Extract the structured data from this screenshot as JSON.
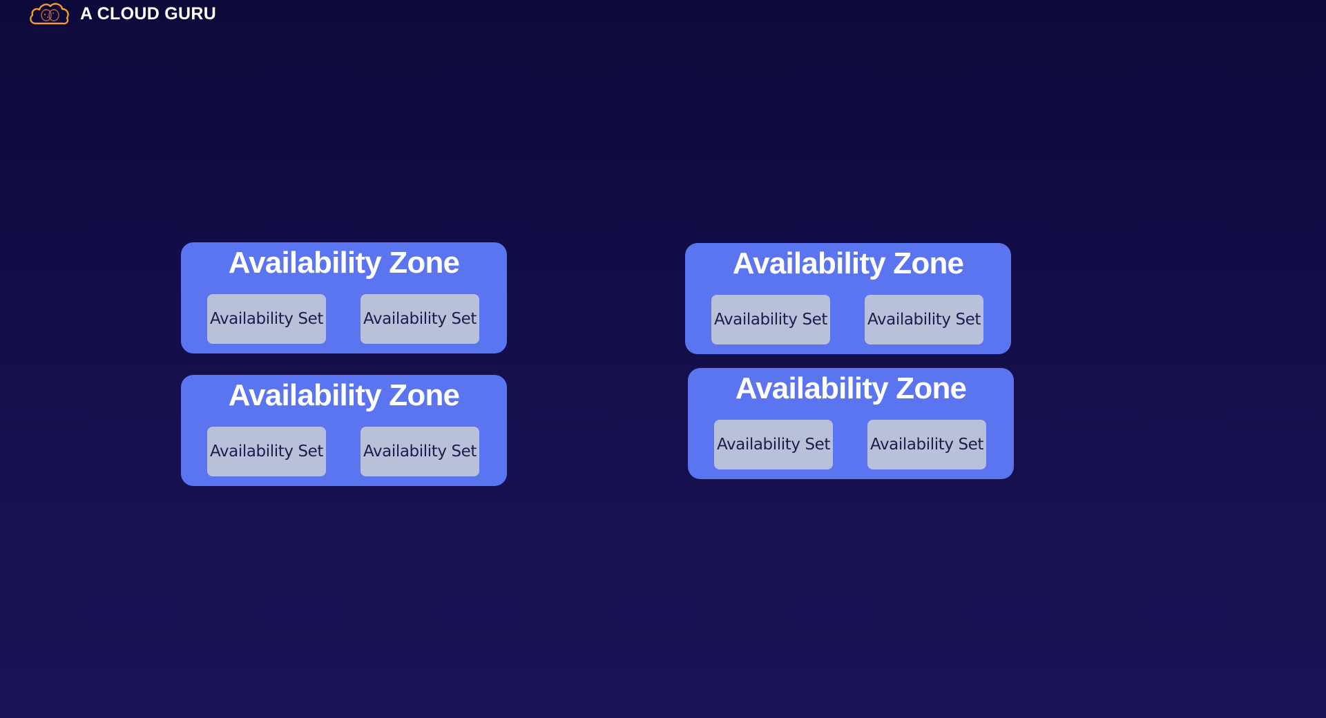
{
  "brand": {
    "name": "A CLOUD GURU",
    "logo_icon": "cloud-logo-icon",
    "logo_color": "#f39c2f"
  },
  "colors": {
    "background": "#140e4a",
    "zone_fill": "#5b74ef",
    "set_fill": "#b9c0d9",
    "set_text": "#1e1c4d"
  },
  "zones": [
    {
      "title": "Availability Zone",
      "sets": [
        "Availability Set",
        "Availability Set"
      ]
    },
    {
      "title": "Availability Zone",
      "sets": [
        "Availability Set",
        "Availability Set"
      ]
    },
    {
      "title": "Availability Zone",
      "sets": [
        "Availability Set",
        "Availability Set"
      ]
    },
    {
      "title": "Availability Zone",
      "sets": [
        "Availability Set",
        "Availability Set"
      ]
    }
  ]
}
